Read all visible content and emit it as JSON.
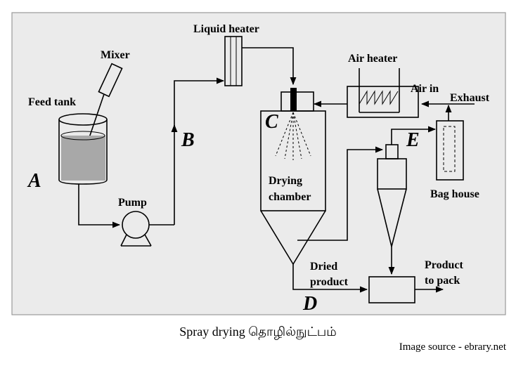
{
  "labels": {
    "mixer": "Mixer",
    "feed_tank": "Feed tank",
    "liquid_heater": "Liquid heater",
    "air_heater": "Air heater",
    "air_in": "Air in",
    "exhaust": "Exhaust",
    "pump": "Pump",
    "drying": "Drying",
    "chamber": "chamber",
    "bag_house": "Bag house",
    "dried": "Dried",
    "product": "product",
    "product_to": "Product",
    "to_pack": "to pack"
  },
  "points": {
    "a": "A",
    "b": "B",
    "c": "C",
    "d": "D",
    "e": "E"
  },
  "caption": "Spray drying தொழில்நுட்பம்",
  "source": "Image source - ebrary.net"
}
